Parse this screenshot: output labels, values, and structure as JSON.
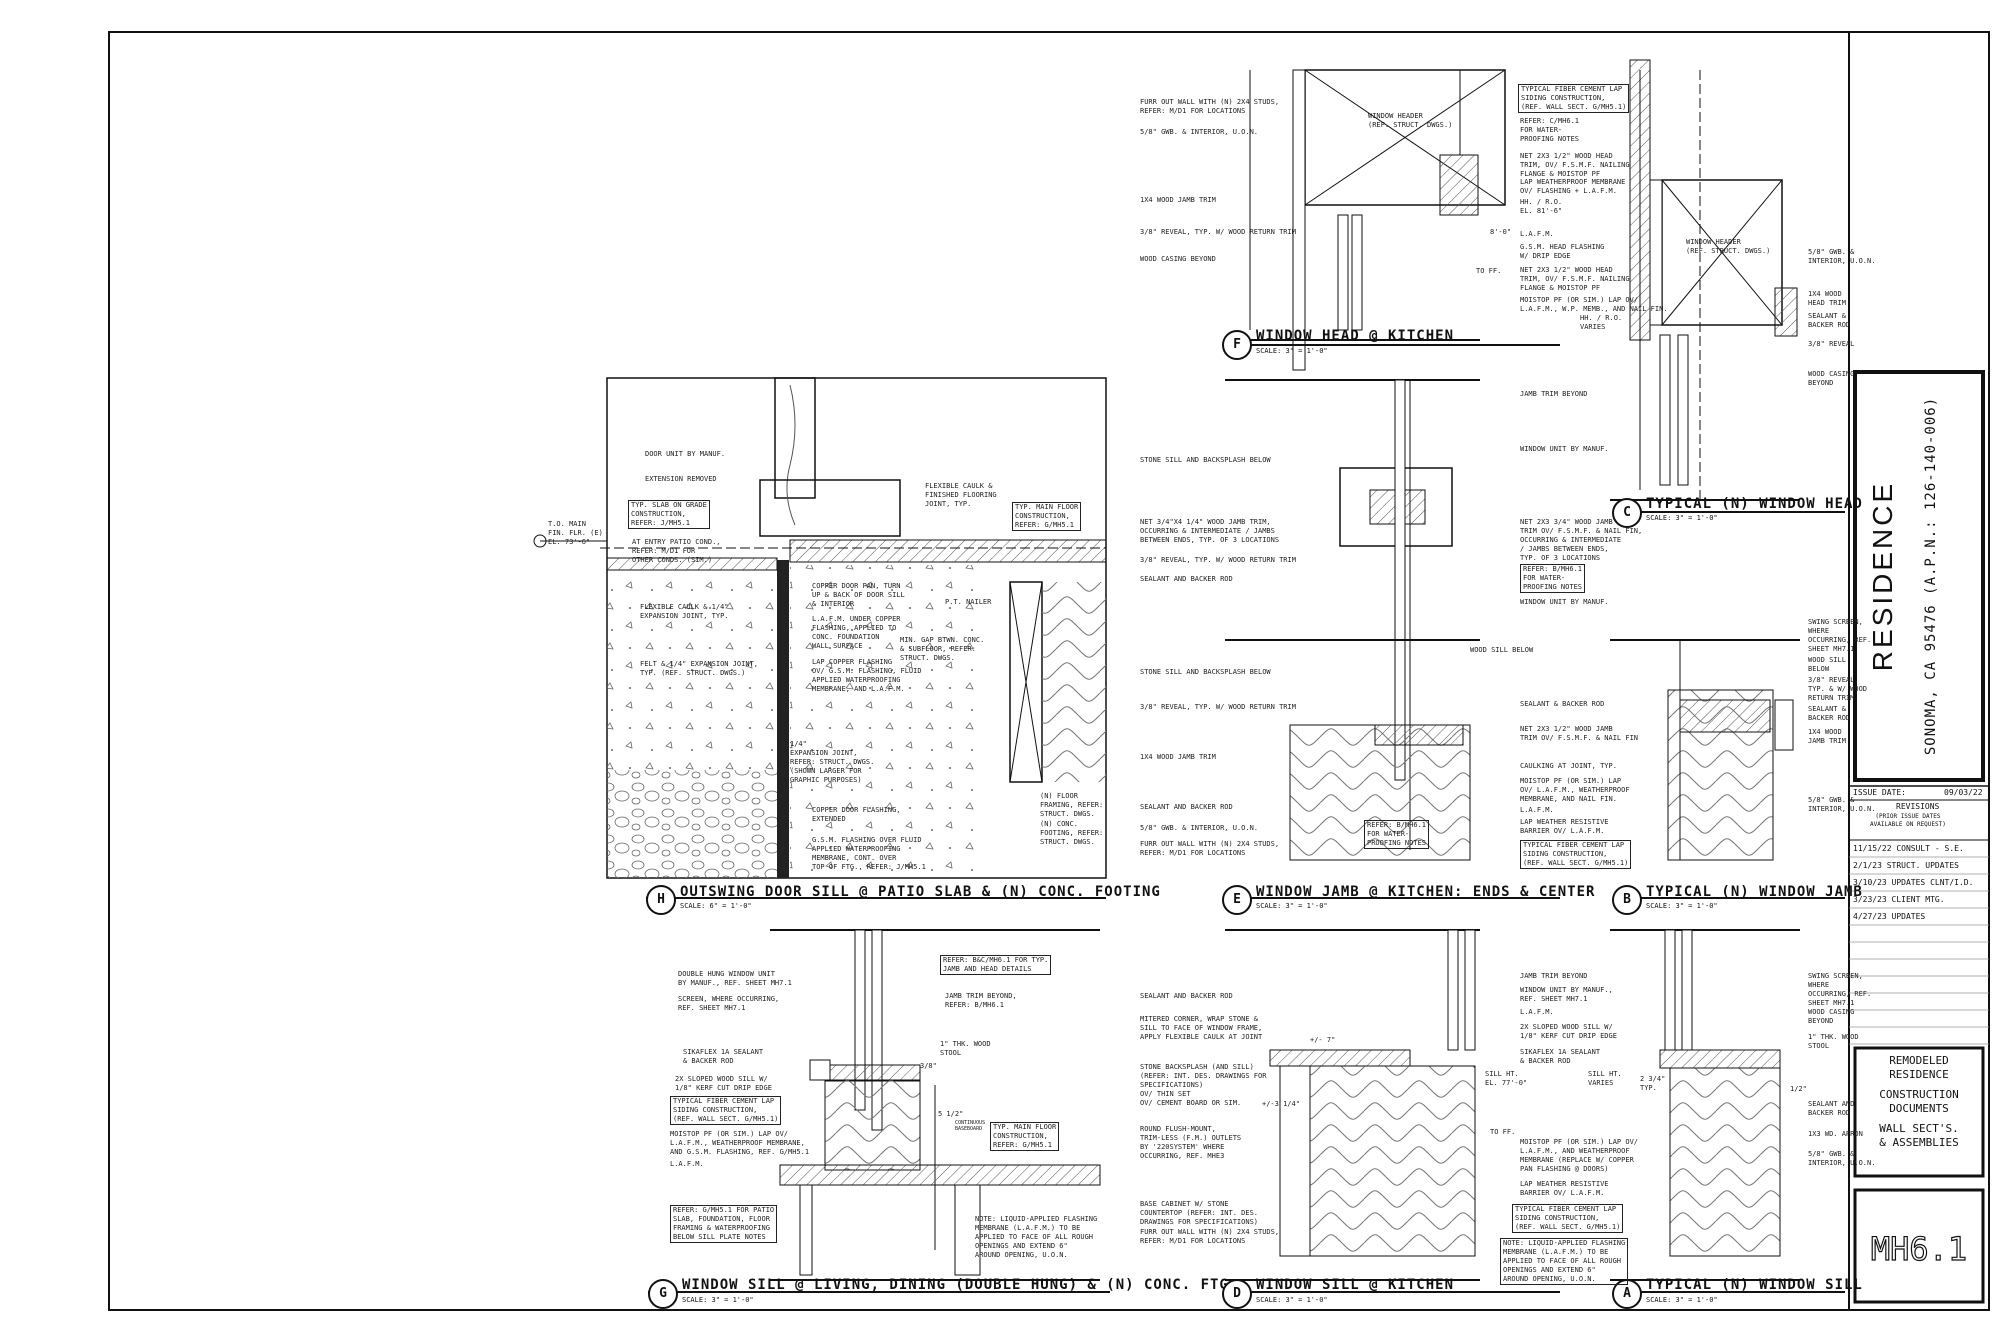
{
  "title_block": {
    "project": "RESIDENCE",
    "address": "SONOMA, CA 95476   (A.P.N.: 126-140-006)",
    "issue_date_label": "ISSUE DATE:",
    "issue_date": "09/03/22",
    "revisions_label": "REVISIONS",
    "revisions_note": "(PRIOR ISSUE DATES\nAVAILABLE ON REQUEST)",
    "revisions": [
      "11/15/22   CONSULT - S.E.",
      "2/1/23   STRUCT. UPDATES",
      "3/10/23 UPDATES CLNT/I.D.",
      "3/23/23 CLIENT MTG.",
      "4/27/23 UPDATES"
    ],
    "sheet_lines": [
      "REMODELED",
      "RESIDENCE",
      "CONSTRUCTION",
      "DOCUMENTS",
      "WALL SECT'S.",
      "& ASSEMBLIES"
    ],
    "sheet_number": "MH6.1"
  },
  "details": [
    {
      "id": "H",
      "title": "OUTSWING DOOR SILL @ PATIO SLAB & (N) CONC. FOOTING",
      "scale": "SCALE: 6\" = 1'-0\""
    },
    {
      "id": "F",
      "title": "WINDOW HEAD @ KITCHEN",
      "scale": "SCALE: 3\" = 1'-0\""
    },
    {
      "id": "C",
      "title": "TYPICAL (N) WINDOW HEAD",
      "scale": "SCALE: 3\" = 1'-0\""
    },
    {
      "id": "E",
      "title": "WINDOW JAMB @ KITCHEN: ENDS & CENTER",
      "scale": "SCALE: 3\" = 1'-0\""
    },
    {
      "id": "B",
      "title": "TYPICAL (N) WINDOW JAMB",
      "scale": "SCALE: 3\" = 1'-0\""
    },
    {
      "id": "G",
      "title": "WINDOW SILL @ LIVING, DINING (DOUBLE HUNG) & (N) CONC. FTG.",
      "scale": "SCALE: 3\" = 1'-0\""
    },
    {
      "id": "D",
      "title": "WINDOW SILL @ KITCHEN",
      "scale": "SCALE: 3\" = 1'-0\""
    },
    {
      "id": "A",
      "title": "TYPICAL (N) WINDOW SILL",
      "scale": "SCALE: 3\" = 1'-0\""
    }
  ],
  "notes": {
    "h": [
      "DOOR UNIT BY MANUF.",
      "EXTENSION REMOVED",
      "T.O. MAIN\nFIN. FLR. (E)\nEL. 73'-6\"",
      "TYP. SLAB ON GRADE\nCONSTRUCTION,\nREFER: J/MH5.1",
      "AT ENTRY PATIO COND.,\nREFER: M/D1 FOR\nOTHER CONDS. (SIM.)",
      "FLEXIBLE CAULK & 1/4\"\nEXPANSION JOINT, TYP.",
      "FELT & 1/4\" EXPANSION JOINT,\nTYP. (REF. STRUCT. DWGS.)",
      "FLEXIBLE CAULK &\nFINISHED FLOORING\nJOINT, TYP.",
      "TYP. MAIN FLOOR\nCONSTRUCTION,\nREFER: G/MH5.1",
      "COPPER DOOR PAN, TURN\nUP & BACK OF DOOR SILL\n& INTERIOR",
      "L.A.F.M. UNDER COPPER\nFLASHING, APPLIED TO\nCONC. FOUNDATION\nWALL SURFACE",
      "LAP COPPER FLASHING\nOV/ G.S.M. FLASHING, FLUID\nAPPLIED WATERPROOFING\nMEMBRANE, AND L.A.F.M.",
      "P.T. NAILER",
      "MIN. GAP BTWN. CONC.\n& SUBFLOOR, REFER:\nSTRUCT. DWGS.",
      "1/4\"\nEXPANSION JOINT,\nREFER: STRUCT. DWGS.\n(SHOWN LARGER FOR\nGRAPHIC PURPOSES)",
      "COPPER DOOR FLASHING,\nEXTENDED",
      "G.S.M. FLASHING OVER FLUID\nAPPLIED WATERPROOFING\nMEMBRANE, CONT. OVER\nTOP OF FTG., REFER: J/MH5.1",
      "(N) FLOOR\nFRAMING, REFER:\nSTRUCT. DWGS.",
      "(N) CONC.\nFOOTING, REFER:\nSTRUCT. DWGS."
    ],
    "f": [
      "FURR OUT WALL WITH (N) 2x4 STUDS,\nREFER: M/D1 FOR LOCATIONS",
      "5/8\" GWB. & INTERIOR, U.O.N.",
      "1x4 WOOD JAMB TRIM",
      "3/8\" REVEAL, TYP. W/ WOOD RETURN TRIM",
      "WOOD CASING BEYOND",
      "WINDOW HEADER\n(REF. STRUCT. DWGS.)",
      "TYPICAL FIBER CEMENT LAP\nSIDING CONSTRUCTION,\n(REF. WALL SECT. G/MH5.1)",
      "REFER: C/MH6.1\nFOR WATER-\nPROOFING NOTES",
      "NET 2x3 1/2\" WOOD HEAD\nTRIM, OV/ F.S.M.F. NAILING\nFLANGE & MOISTOP PF",
      "LAP WEATHERPROOF MEMBRANE\nOV/ FLASHING + L.A.F.M.",
      "HH. / R.O.\nEL. 81'-6\"",
      "L.A.F.M.",
      "G.S.M. HEAD FLASHING\nW/ DRIP EDGE",
      "NET 2x3 1/2\" WOOD HEAD\nTRIM, OV/ F.S.M.F. NAILING\nFLANGE & MOISTOP PF",
      "MOISTOP PF (OR SIM.) LAP OV/\nL.A.F.M., W.P. MEMB., AND NAIL FIN.",
      "HH. / R.O.\nVARIES",
      "TO FF.",
      "8'-0\""
    ],
    "c": [
      "WINDOW HEADER\n(REF. STRUCT. DWGS.)",
      "5/8\" GWB. &\nINTERIOR, U.O.N.",
      "1x4 WOOD\nHEAD TRIM",
      "SEALANT &\nBACKER ROD",
      "3/8\" REVEAL",
      "WOOD CASING\nBEYOND",
      "JAMB TRIM BEYOND",
      "WINDOW UNIT BY MANUF."
    ],
    "e": [
      "STONE SILL AND BACKSPLASH BELOW",
      "NET 3/4\"x4 1/4\" WOOD JAMB TRIM,\nOCCURRING & INTERMEDIATE / JAMBS\nBETWEEN ENDS, TYP. OF 3 LOCATIONS",
      "3/8\" REVEAL, TYP. W/ WOOD RETURN TRIM",
      "SEALANT AND BACKER ROD",
      "NET 2x3 3/4\" WOOD JAMB\nTRIM OV/ F.S.M.F. & NAIL FIN,\nOCCURRING & INTERMEDIATE\n/ JAMBS BETWEEN ENDS,\nTYP. OF 3 LOCATIONS",
      "REFER: B/MH6.1\nFOR WATER-\nPROOFING NOTES",
      "WINDOW UNIT BY MANUF.",
      "WOOD SILL BELOW",
      "STONE SILL AND BACKSPLASH BELOW",
      "3/8\" REVEAL, TYP. W/ WOOD RETURN TRIM",
      "1x4 WOOD JAMB TRIM",
      "SEALANT AND BACKER ROD",
      "5/8\" GWB. & INTERIOR, U.O.N.",
      "FURR OUT WALL WITH (N) 2x4 STUDS,\nREFER: M/D1 FOR LOCATIONS",
      "REFER: B/MH6.1\nFOR WATER-\nPROOFING NOTES",
      "SEALANT & BACKER ROD",
      "NET 2x3 1/2\" WOOD JAMB\nTRIM OV/ F.S.M.F. & NAIL FIN",
      "CAULKING AT JOINT, TYP.",
      "MOISTOP PF (OR SIM.) LAP\nOV/ L.A.F.M., WEATHERPROOF\nMEMBRANE, AND NAIL FIN.",
      "L.A.F.M.",
      "LAP WEATHER RESISTIVE\nBARRIER OV/ L.A.F.M.",
      "TYPICAL FIBER CEMENT LAP\nSIDING CONSTRUCTION,\n(REF. WALL SECT. G/MH5.1)"
    ],
    "b": [
      "SWING SCREEN,\nWHERE\nOCCURRING, REF.\nSHEET MH7.1",
      "WOOD SILL\nBELOW",
      "3/8\" REVEAL,\nTYP. & W/ WOOD\nRETURN TRIM",
      "SEALANT &\nBACKER ROD",
      "1x4 WOOD\nJAMB TRIM",
      "5/8\" GWB. &\nINTERIOR, U.O.N."
    ],
    "g": [
      "DOUBLE HUNG WINDOW UNIT\nBY MANUF., REF. SHEET MH7.1",
      "SCREEN, WHERE OCCURRING,\nREF. SHEET MH7.1",
      "REFER: B&C/MH6.1 FOR TYP.\nJAMB AND HEAD DETAILS",
      "JAMB TRIM BEYOND,\nREFER: B/MH6.1",
      "SIKAFLEX 1A SEALANT\n& BACKER ROD",
      "2x SLOPED WOOD SILL W/\n1/8\" KERF CUT DRIP EDGE",
      "TYPICAL FIBER CEMENT LAP\nSIDING CONSTRUCTION,\n(REF. WALL SECT. G/MH5.1)",
      "1\" THK. WOOD\nSTOOL",
      "3/8\"",
      "MOISTOP PF (OR SIM.) LAP OV/\nL.A.F.M., WEATHERPROOF MEMBRANE,\nAND G.S.M. FLASHING, REF. G/MH5.1",
      "L.A.F.M.",
      "TYP. MAIN FLOOR\nCONSTRUCTION,\nREFER: G/MH5.1",
      "REFER: G/MH5.1 FOR PATIO\nSLAB, FOUNDATION, FLOOR\nFRAMING & WATERPROOFING\nBELOW SILL PLATE NOTES",
      "NOTE: LIQUID-APPLIED FLASHING\nMEMBRANE (L.A.F.M.) TO BE\nAPPLIED TO FACE OF ALL ROUGH\nOPENINGS AND EXTEND 6\"\nAROUND OPENING, U.O.N.",
      "CONTINUOUS\nBASEBOARD",
      "5 1/2\""
    ],
    "d": [
      "SEALANT AND BACKER ROD",
      "MITERED CORNER, WRAP STONE &\nSILL TO FACE OF WINDOW FRAME,\nAPPLY FLEXIBLE CAULK AT JOINT",
      "STONE BACKSPLASH (AND SILL)\n(REFER: INT. DES. DRAWINGS FOR\nSPECIFICATIONS)\nOV/ THIN SET\nOV/ CEMENT BOARD OR SIM.",
      "ROUND FLUSH-MOUNT,\nTRIM-LESS (F.M.) OUTLETS\nBY '220SYSTEM' WHERE\nOCCURRING, REF. MHE3",
      "BASE CABINET W/ STONE\nCOUNTERTOP (REFER: INT. DES.\nDRAWINGS FOR SPECIFICATIONS)",
      "FURR OUT WALL WITH (N) 2x4 STUDS,\nREFER: M/D1 FOR LOCATIONS",
      "JAMB TRIM BEYOND",
      "WINDOW UNIT BY MANUF.,\nREF. SHEET MH7.1",
      "L.A.F.M.",
      "2x SLOPED WOOD SILL W/\n1/8\" KERF CUT DRIP EDGE",
      "SIKAFLEX 1A SEALANT\n& BACKER ROD",
      "SILL HT.\nEL. 77'-0\"",
      "SILL HT.\nVARIES",
      "TO FF.",
      "MOISTOP PF (OR SIM.) LAP OV/\nL.A.F.M., AND WEATHERPROOF\nMEMBRANE (REPLACE W/ COPPER\nPAN FLASHING @ DOORS)",
      "LAP WEATHER RESISTIVE\nBARRIER OV/ L.A.F.M.",
      "TYPICAL FIBER CEMENT LAP\nSIDING CONSTRUCTION,\n(REF. WALL SECT. G/MH5.1)",
      "NOTE: LIQUID-APPLIED FLASHING\nMEMBRANE (L.A.F.M.) TO BE\nAPPLIED TO FACE OF ALL ROUGH\nOPENINGS AND EXTEND 6\"\nAROUND OPENING, U.O.N.",
      "+/- 7\"",
      "+/-3 1/4\""
    ],
    "a": [
      "SWING SCREEN,\nWHERE\nOCCURRING, REF.\nSHEET MH7.1",
      "WOOD CASING\nBEYOND",
      "1\" THK. WOOD\nSTOOL",
      "1/2\"",
      "2 3/4\"\nTYP.",
      "SEALANT AND\nBACKER ROD",
      "1x3 WD. APRON",
      "5/8\" GWB. &\nINTERIOR, U.O.N."
    ]
  }
}
